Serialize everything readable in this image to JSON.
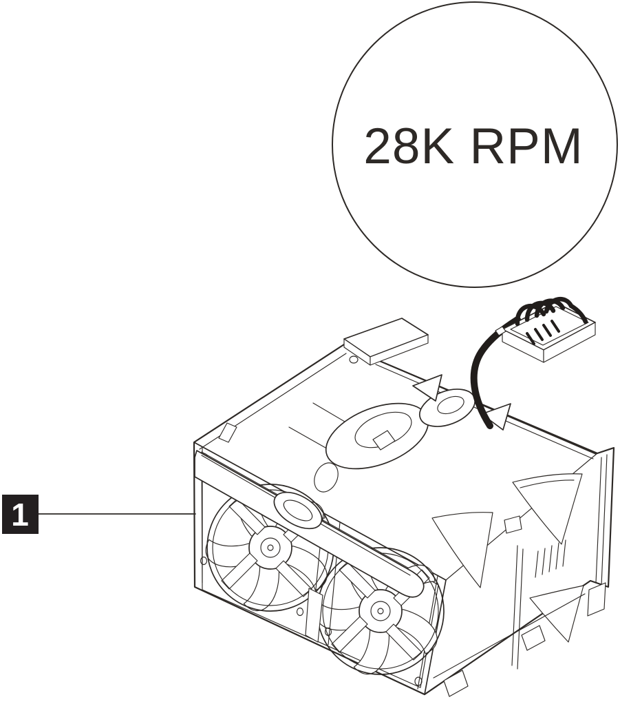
{
  "diagram": {
    "kind": "technical-line-illustration",
    "subject": "dual-rotor hot-swap fan module with cable and connector",
    "rpm_badge": {
      "label": "28K RPM"
    },
    "callout": {
      "number": "1"
    },
    "colors": {
      "background": "#ffffff",
      "line": "#2d2926",
      "cable": "#211d1b",
      "badge_fill": "#ffffff",
      "callout_bg": "#231f20",
      "callout_text": "#ffffff"
    }
  }
}
